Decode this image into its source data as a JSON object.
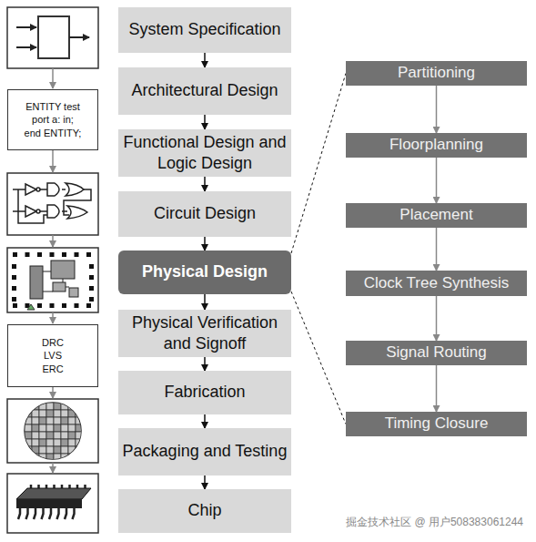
{
  "diagram": {
    "nodes": [
      {
        "text": [
          "System Specification"
        ]
      },
      {
        "text": [
          "Architectural Design"
        ]
      },
      {
        "text": [
          "Functional Design and Logic Design"
        ]
      },
      {
        "text": [
          "Circuit Design"
        ]
      },
      {
        "text": [
          "Physical Design"
        ]
      },
      {
        "text": [
          "Physical Verification and Signoff"
        ]
      },
      {
        "text": [
          "Fabrication"
        ]
      },
      {
        "text": [
          "Packaging and Testing"
        ]
      },
      {
        "text": [
          "Chip"
        ]
      },
      {
        "text": [
          "Partitioning"
        ]
      },
      {
        "text": [
          "Floorplanning"
        ]
      },
      {
        "text": [
          "Placement"
        ]
      },
      {
        "text": [
          "Clock Tree Synthesis"
        ]
      },
      {
        "text": [
          "Signal Routing"
        ]
      },
      {
        "text": [
          "Timing Closure"
        ]
      },
      {
        "text": [
          "ENTITY test",
          "port a: in;",
          "end ENTITY;"
        ]
      },
      {
        "text": [
          "DRC",
          "LVS",
          "ERC"
        ]
      }
    ],
    "edges": [
      {
        "from": 0,
        "to": 1,
        "arrow": "to"
      },
      {
        "from": 1,
        "to": 2,
        "arrow": "to"
      },
      {
        "from": 2,
        "to": 3,
        "arrow": "to"
      },
      {
        "from": 3,
        "to": 4,
        "arrow": "to"
      },
      {
        "from": 4,
        "to": 5,
        "arrow": "to"
      },
      {
        "from": 5,
        "to": 6,
        "arrow": "to"
      },
      {
        "from": 6,
        "to": 7,
        "arrow": "to"
      },
      {
        "from": 7,
        "to": 8,
        "arrow": "to"
      },
      {
        "from": 9,
        "to": 10,
        "arrow": "to"
      },
      {
        "from": 10,
        "to": 11,
        "arrow": "to"
      },
      {
        "from": 11,
        "to": 12,
        "arrow": "to"
      },
      {
        "from": 12,
        "to": 13,
        "arrow": "to"
      },
      {
        "from": 13,
        "to": 14,
        "arrow": "to"
      },
      {
        "from": 4,
        "to": 9,
        "arrow": "none"
      },
      {
        "from": 4,
        "to": 14,
        "arrow": "none"
      }
    ],
    "labels": [
      "掘金技术社区 @ 用户508383061244"
    ]
  }
}
